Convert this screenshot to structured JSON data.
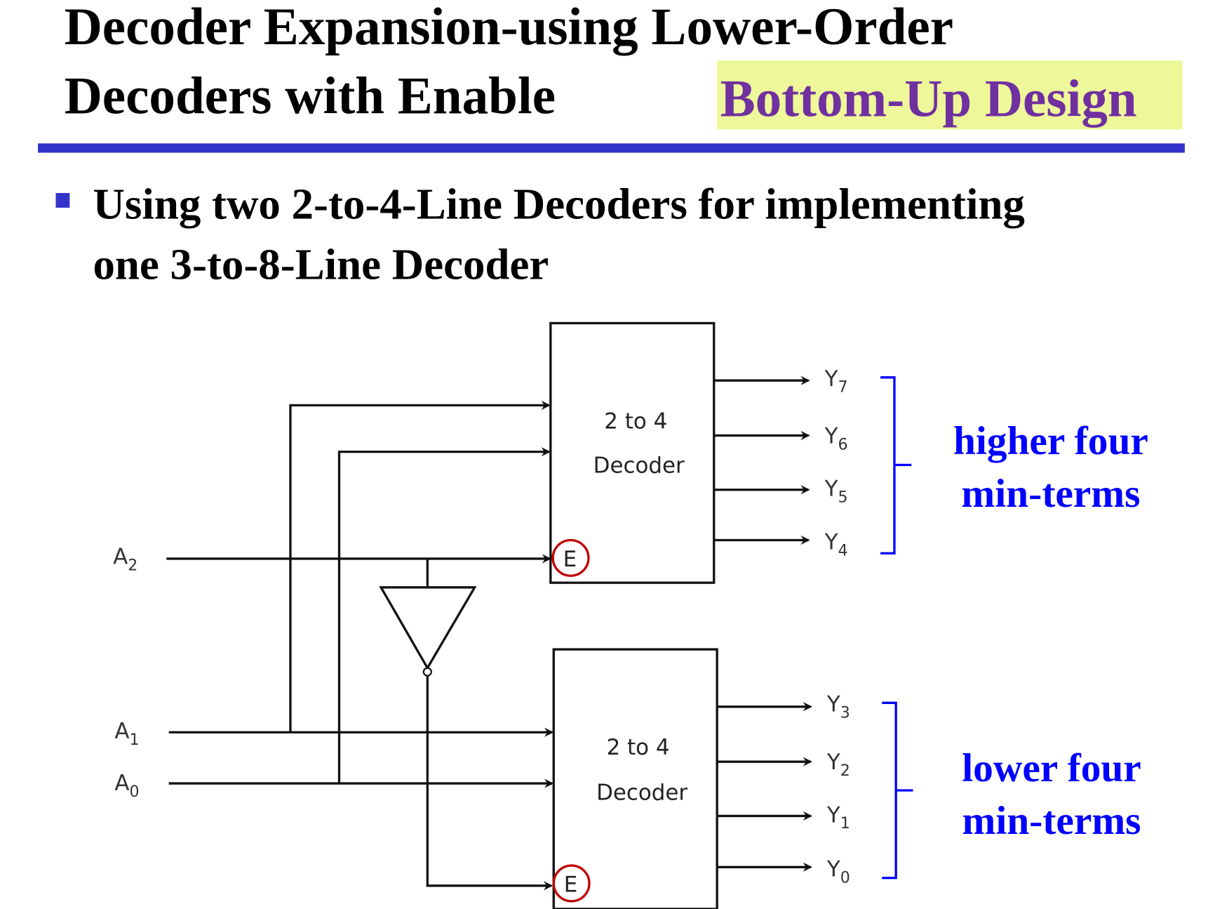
{
  "slide": {
    "title_line1": "Decoder Expansion-using Lower-Order",
    "title_line2": "Decoders with Enable",
    "highlight": "Bottom-Up Design",
    "bullet_line1": "Using two 2-to-4-Line Decoders for implementing",
    "bullet_line2": "one 3-to-8-Line Decoder"
  },
  "diagram": {
    "top_decoder": {
      "line1": "2 to 4",
      "line2": "Decoder",
      "enable": "E"
    },
    "bottom_decoder": {
      "line1": "2 to 4",
      "line2": "Decoder",
      "enable": "E"
    },
    "inputs": [
      {
        "name": "A",
        "sub": "2"
      },
      {
        "name": "A",
        "sub": "1"
      },
      {
        "name": "A",
        "sub": "0"
      }
    ],
    "outputs": [
      {
        "name": "Y",
        "sub": "7"
      },
      {
        "name": "Y",
        "sub": "6"
      },
      {
        "name": "Y",
        "sub": "5"
      },
      {
        "name": "Y",
        "sub": "4"
      },
      {
        "name": "Y",
        "sub": "3"
      },
      {
        "name": "Y",
        "sub": "2"
      },
      {
        "name": "Y",
        "sub": "1"
      },
      {
        "name": "Y",
        "sub": "0"
      }
    ],
    "higher_label": {
      "line1": "higher four",
      "line2": "min-terms"
    },
    "lower_label": {
      "line1": "lower four",
      "line2": "min-terms"
    }
  },
  "colors": {
    "accent_bar": "#3333cc",
    "highlight_bg": "#eef799",
    "highlight_text": "#7030a0",
    "annotation": "#0000ff",
    "enable_circle": "#c00000"
  }
}
